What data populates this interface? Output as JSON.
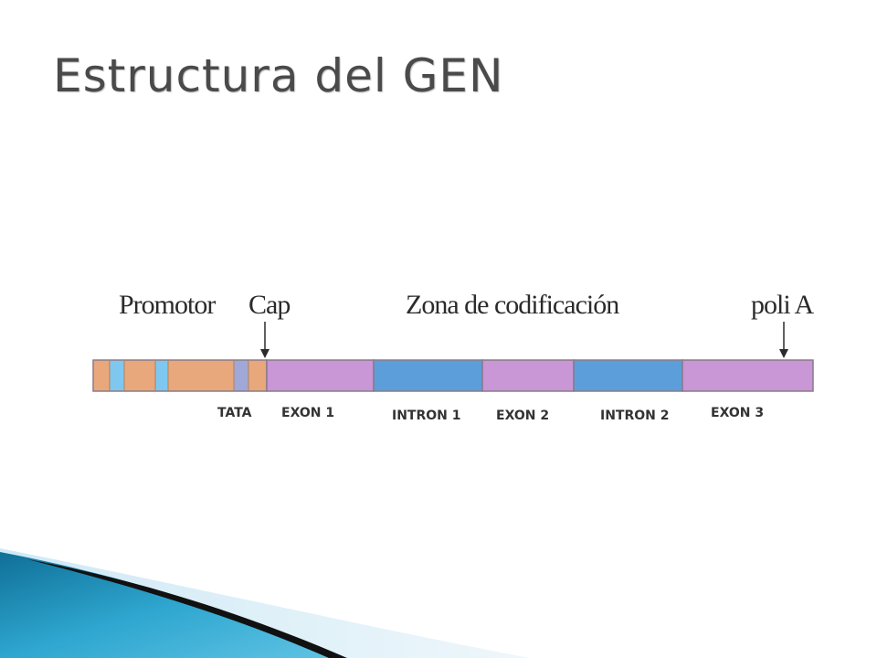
{
  "slide": {
    "title": "Estructura del GEN"
  },
  "diagram": {
    "labels": {
      "promotor": "Promotor",
      "cap": "Cap",
      "zona": "Zona de codificación",
      "polia": "poli A"
    },
    "segments": {
      "tata": "TATA",
      "exon1": "EXON 1",
      "intron1": "INTRON 1",
      "exon2": "EXON 2",
      "intron2": "INTRON 2",
      "exon3": "EXON 3"
    },
    "colors": {
      "promoter": "#e8a87c",
      "promoter_light_blue": "#7ec8f0",
      "tata_box": "#a0a8d8",
      "exon": "#c996d6",
      "intron": "#5b9ed9",
      "border": "#8a7a8a",
      "arrow": "#2b2b2b",
      "accent_teal": "#1d8fb5"
    }
  }
}
